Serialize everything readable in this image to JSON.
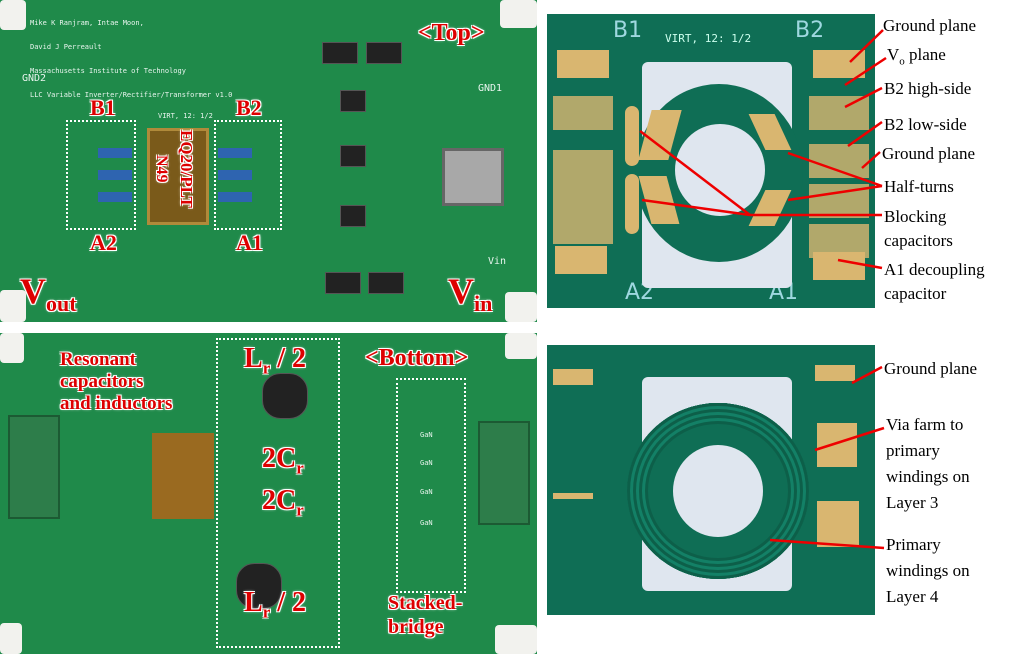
{
  "top_photo": {
    "silkscreen_header": [
      "Mike K Ranjram, Intae Moon,",
      "David J Perreault",
      "Massachusetts Institute of Technology",
      "LLC Variable Inverter/Rectifier/Transformer v1.0"
    ],
    "gnd2": "GND2",
    "gnd1": "GND1",
    "vin_silk": "Vin",
    "virt_silk": "VIRT, 12: 1/2",
    "side_label": "<Top>",
    "b1": "B1",
    "b2": "B2",
    "a1": "A1",
    "a2": "A2",
    "core": "EQ20/PLT",
    "material": "N49",
    "vout": "V",
    "vout_sub": "out",
    "vin": "V",
    "vin_sub": "in"
  },
  "top_board": {
    "b1": "B1",
    "b2": "B2",
    "a1": "A1",
    "a2": "A2",
    "virt": "VIRT, 12: 1/2",
    "annotations": [
      "Ground plane",
      "plane",
      "B2 high-side",
      "B2 low-side",
      "Ground plane",
      "Half-turns",
      "Blocking",
      "capacitors",
      "A1 decoupling",
      "capacitor"
    ],
    "vo_symbol": "V",
    "vo_sub": "o"
  },
  "bottom_photo": {
    "side_label": "<Bottom>",
    "resonant": [
      "Resonant",
      "capacitors",
      "and inductors"
    ],
    "lr_top": "L",
    "lr_sub": "r",
    "lr_rest": " / 2",
    "cr": "2C",
    "cr_sub": "r",
    "stacked": [
      "Stacked-",
      "bridge"
    ],
    "gan": "GaN"
  },
  "bottom_board": {
    "annotations": [
      "Ground plane",
      "Via farm to",
      "primary",
      "windings on",
      "Layer 3",
      "Primary",
      "windings on",
      "Layer 4"
    ]
  },
  "colors": {
    "annotation_red": "#dd0000",
    "pcb_green": "#0f6e55",
    "photo_green": "#1f8a4a"
  }
}
